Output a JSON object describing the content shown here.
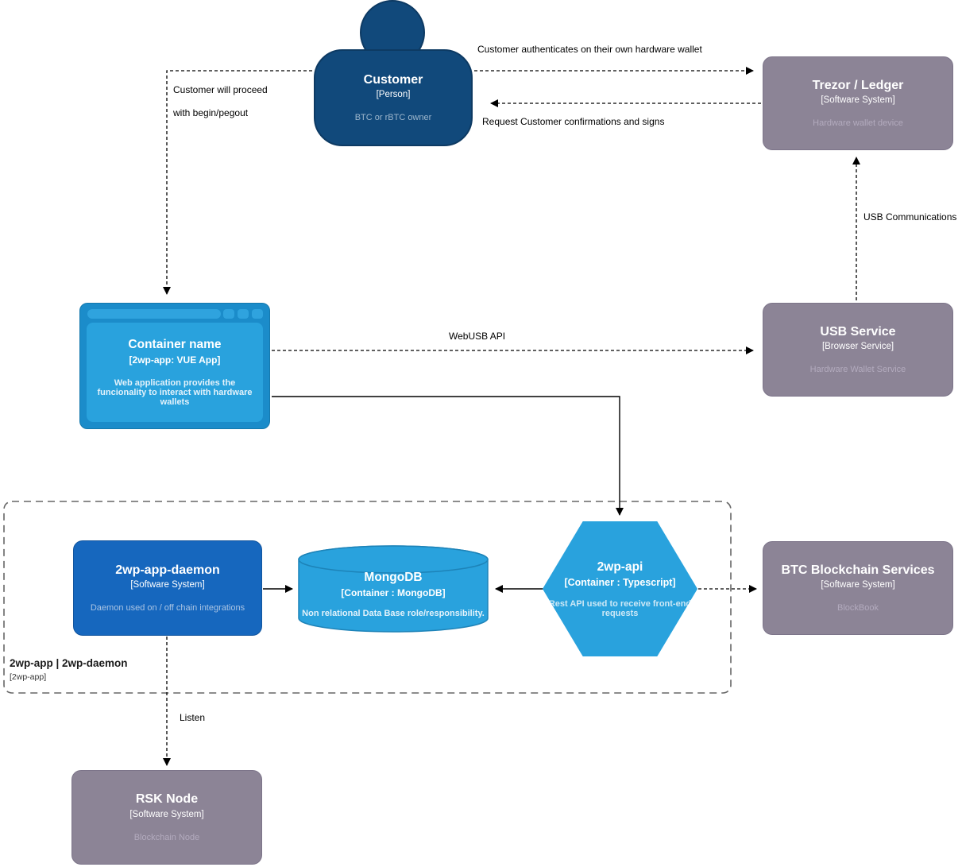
{
  "diagram": {
    "nodes": {
      "customer": {
        "title": "Customer",
        "subtitle": "[Person]",
        "description": "BTC or rBTC owner"
      },
      "trezor_ledger": {
        "title": "Trezor / Ledger",
        "subtitle": "[Software System]",
        "description": "Hardware wallet device"
      },
      "container_name": {
        "title": "Container name",
        "subtitle": "[2wp-app: VUE App]",
        "description": "Web application provides the funcionality to interact with hardware wallets"
      },
      "usb_service": {
        "title": "USB Service",
        "subtitle": "[Browser Service]",
        "description": "Hardware Wallet Service"
      },
      "daemon": {
        "title": "2wp-app-daemon",
        "subtitle": "[Software System]",
        "description": "Daemon used on / off chain integrations"
      },
      "mongodb": {
        "title": "MongoDB",
        "subtitle": "[Container : MongoDB]",
        "description": "Non relational Data Base role/responsibility."
      },
      "api": {
        "title": "2wp-api",
        "subtitle": "[Container : Typescript]",
        "description": "Rest API used to receive front-end requests"
      },
      "btc_services": {
        "title": "BTC Blockchain Services",
        "subtitle": "[Software System]",
        "description": "BlockBook"
      },
      "rsk_node": {
        "title": "RSK Node",
        "subtitle": "[Software System]",
        "description": "Blockchain Node"
      }
    },
    "boundary": {
      "title": "2wp-app | 2wp-daemon",
      "subtitle": "[2wp-app]"
    },
    "edges": {
      "authenticate": "Customer authenticates on their own hardware wallet",
      "request_confirmations": "Request Customer confirmations and signs",
      "proceed_line1": "Customer will proceed",
      "proceed_line2": "with begin/pegout",
      "webusb_api": "WebUSB API",
      "usb_communications": "USB Communications",
      "listen": "Listen"
    },
    "colors": {
      "person_navy": "#11497b",
      "external_grey": "#8c8496",
      "container_light_blue": "#29a2dd",
      "daemon_blue": "#1667be",
      "browser_frame_blue": "#1b8cca",
      "edge_black": "#000000",
      "boundary_grey": "#666666"
    }
  }
}
